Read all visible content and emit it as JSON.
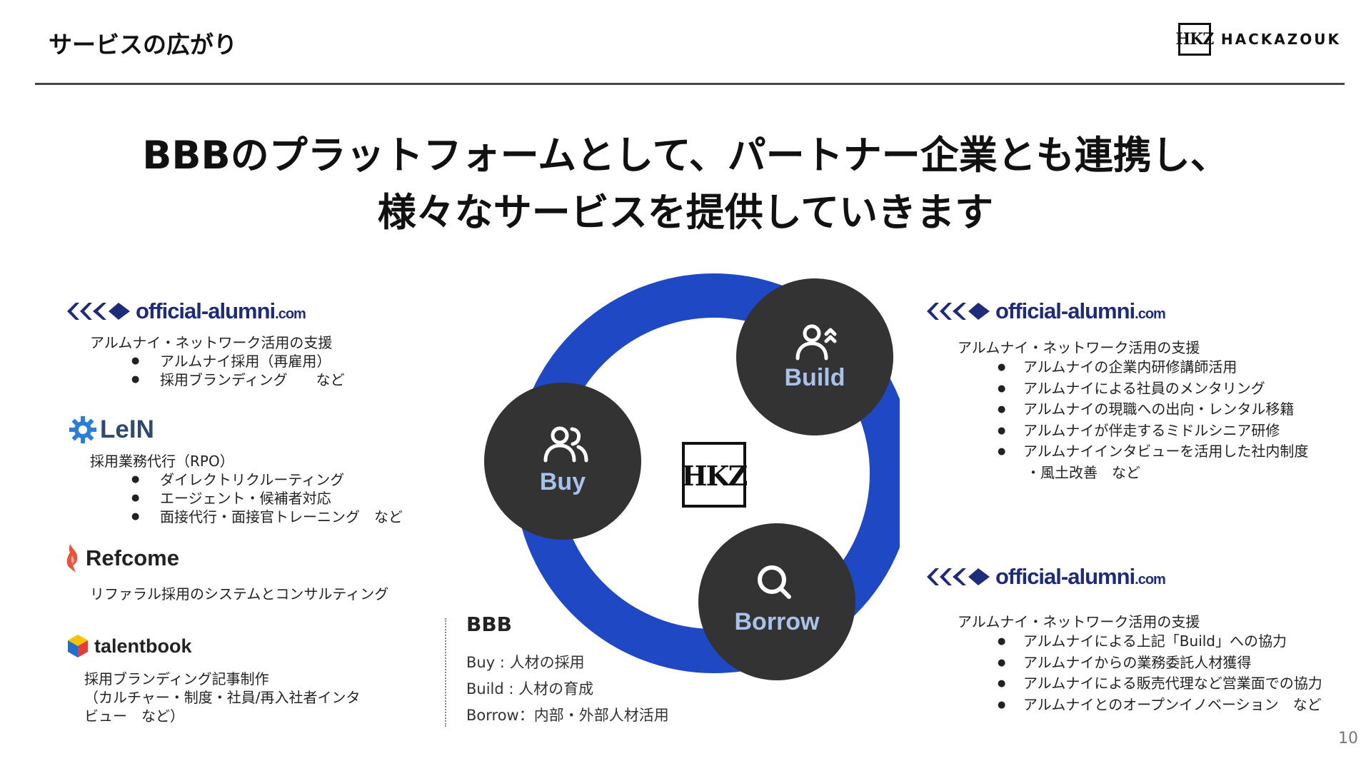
{
  "slide": {
    "title": "サービスの広がり",
    "page_number": "10",
    "headline_line1": "BBBのプラットフォームとして、パートナー企業とも連携し、",
    "headline_line2": "様々なサービスを提供していきます"
  },
  "logo": {
    "mark": "HKZ",
    "name": "HACKAZOUK"
  },
  "partners_left": {
    "alumni": {
      "brand_main": "official-alumni",
      "brand_suffix": ".com",
      "heading": "アルムナイ・ネットワーク活用の支援",
      "items": [
        "アルムナイ採用（再雇用）",
        "採用ブランディング　　など"
      ]
    },
    "lein": {
      "brand": "LeIN",
      "heading": "採用業務代行（RPO）",
      "items": [
        "ダイレクトリクルーティング",
        "エージェント・候補者対応",
        "面接代行・面接官トレーニング　など"
      ]
    },
    "refcome": {
      "brand": "Refcome",
      "description": "リファラル採用のシステムとコンサルティング"
    },
    "talentbook": {
      "brand": "talentbook",
      "description_line1": "採用ブランディング記事制作",
      "description_line2": "（カルチャー・制度・社員/再入社者インタ",
      "description_line3": "ビュー　など）"
    }
  },
  "diagram": {
    "center_mark": "HKZ",
    "ring_color": "#1f49c4",
    "node_color": "#333333",
    "label_color": "#a8c2ea",
    "nodes": {
      "buy": "Buy",
      "build": "Build",
      "borrow": "Borrow"
    },
    "icons": {
      "buy": "users-icon",
      "build": "user-upgrade-icon",
      "borrow": "search-icon"
    }
  },
  "bbb_legend": {
    "title": "BBB",
    "buy": "Buy : 人材の採用",
    "build": "Build : 人材の育成",
    "borrow": "Borrow：内部・外部人材活用"
  },
  "partners_right": {
    "build_alumni": {
      "brand_main": "official-alumni",
      "brand_suffix": ".com",
      "heading": "アルムナイ・ネットワーク活用の支援",
      "items": [
        "アルムナイの企業内研修講師活用",
        "アルムナイによる社員のメンタリング",
        "アルムナイの現職への出向・レンタル移籍",
        "アルムナイが伴走するミドルシニア研修",
        "アルムナイインタビューを活用した社内制度"
      ],
      "continuation": "・風土改善　など"
    },
    "borrow_alumni": {
      "brand_main": "official-alumni",
      "brand_suffix": ".com",
      "heading": "アルムナイ・ネットワーク活用の支援",
      "items": [
        "アルムナイによる上記「Build」への協力",
        "アルムナイからの業務委託人材獲得",
        "アルムナイによる販売代理など営業面での協力",
        "アルムナイとのオープンイノベーション　など"
      ]
    }
  },
  "colors": {
    "alumni_brand": "#1d2b7a",
    "lein_brand": "#2f4a6d",
    "refcome_accent": "#e8543f",
    "talentbook_yellow": "#f5c400",
    "talentbook_blue": "#1f6fd1",
    "talentbook_red": "#e23c3c"
  }
}
